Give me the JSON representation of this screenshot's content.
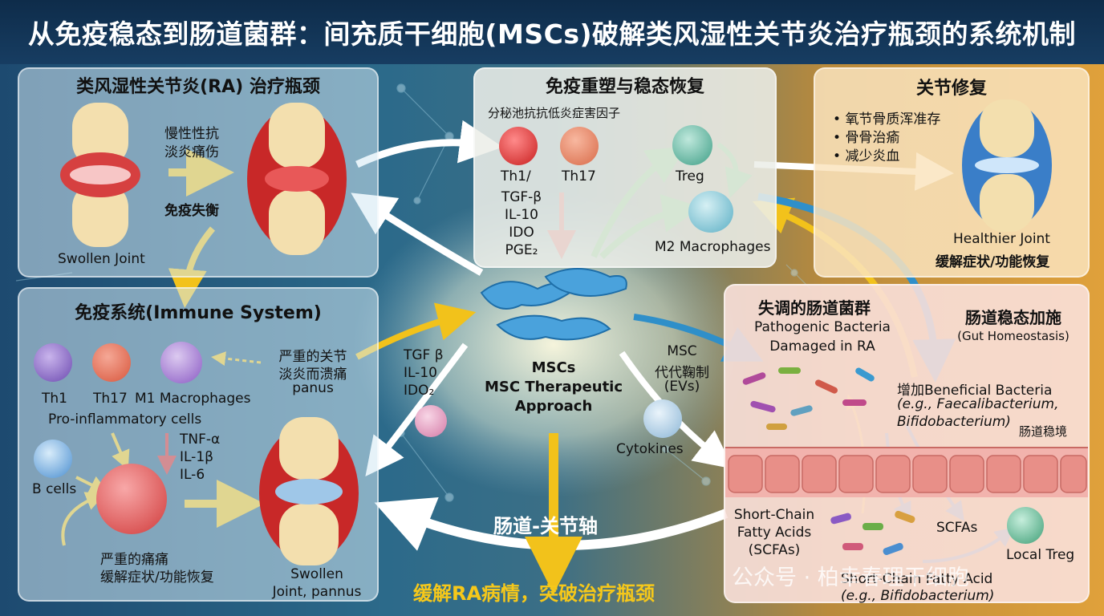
{
  "title": "从免疫稳态到肠道菌群：间充质干细胞(MSCs)破解类风湿性关节炎治疗瓶颈的系统机制",
  "ra_panel": {
    "title": "类风湿性关节炎(RA) 治疗瓶颈",
    "arrow_text_1": "慢性性抗",
    "arrow_text_2": "淡炎痛伤",
    "imbalance": "免疫失衡",
    "joint_label": "Swollen Joint"
  },
  "immune_panel": {
    "title": "免疫系统(Immune System)",
    "cells": [
      "Th1",
      "Th17",
      "M1 Macrophages"
    ],
    "pro_inflammatory": "Pro-inflammatory cells",
    "b_cells": "B cells",
    "cytokines": [
      "TNF-α",
      "IL-1β",
      "IL-6"
    ],
    "severe_1": "严重的关节",
    "severe_2": "淡炎而溃痛",
    "severe_3": "panus",
    "relief_1": "严重的痛痛",
    "relief_2": "缓解症状/功能恢复",
    "joint_label_1": "Swollen",
    "joint_label_2": "Joint, pannus"
  },
  "reshape_panel": {
    "title": "免疫重塑与稳态恢复",
    "subtitle": "分秘池抗抗低炎症害因子",
    "cells": [
      "Th1/",
      "Th17"
    ],
    "factors": [
      "TGF-β",
      "IL-10",
      "IDO",
      "PGE₂"
    ],
    "treg": "Treg",
    "m2": "M2 Macrophages"
  },
  "joint_panel": {
    "title": "关节修复",
    "bullets": [
      "氧节骨质浑准存",
      "骨骨治瘉",
      "减少炎血"
    ],
    "healthier": "Healthier Joint",
    "relief": "缓解症状/功能恢复"
  },
  "center": {
    "msc_1": "MSCs",
    "msc_2": "MSC Therapeutic",
    "msc_3": "Approach",
    "left_factors": [
      "TGF β",
      "IL-10",
      "IDO₂"
    ],
    "right_1": "MSC",
    "right_2": "代代鞠制",
    "right_3": "(EVs)",
    "cytokines": "Cytokines",
    "axis": "肠道-关节轴",
    "bottom": "缓解RA病情，突破治疗瓶颈"
  },
  "gut_panel": {
    "title": "失调的肠道菌群",
    "pathogenic_1": "Pathogenic Bacteria",
    "pathogenic_2": "Damaged in RA",
    "homeostasis_title": "肠道稳态加施",
    "homeostasis_sub": "(Gut Homeostasis)",
    "beneficial": "增加Beneficial Bacteria",
    "eg_1": "(e.g., Faecalibacterium,",
    "eg_2": "Bifidobacterium)",
    "stable": "肠道稳境",
    "scfa_1": "Short-Chain",
    "scfa_2": "Fatty Acids",
    "scfa_3": "(SCFAs)",
    "scfas": "SCFAs",
    "local_treg": "Local Treg",
    "sc_bottom_1": "Short-Chain Fatty Acid",
    "sc_bottom_2": "(e.g., Bifidobacterium)"
  },
  "watermark": "公众号 · 柏幸春理干细胞"
}
